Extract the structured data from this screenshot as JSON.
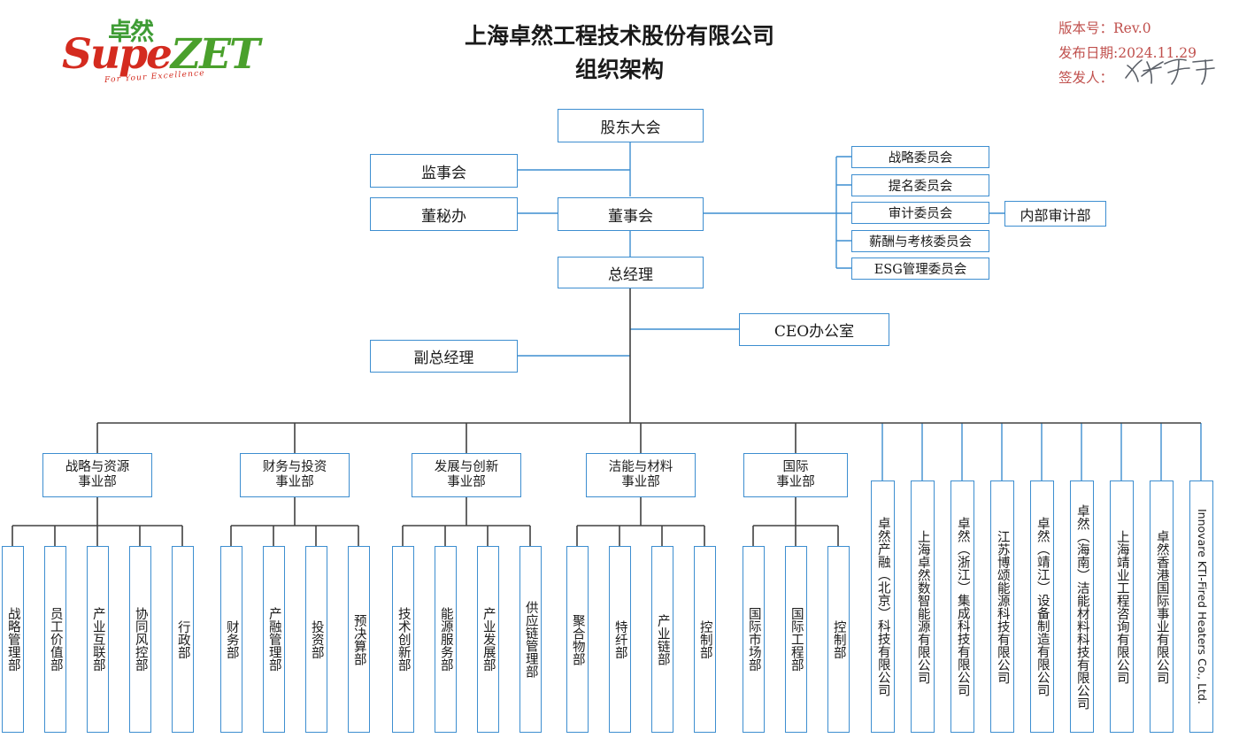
{
  "header": {
    "logo": {
      "chinese": "卓然",
      "wordmark_1": "Supe",
      "wordmark_2": "ZET",
      "tagline": "For Your Excellence"
    },
    "title_line1": "上海卓然工程技术股份有限公司",
    "title_line2": "组织架构",
    "meta": {
      "version_label": "版本号：Rev.0",
      "date_label": "发布日期:2024.11.29",
      "signer_label": "签发人："
    },
    "colors": {
      "box_border": "#3d8ed0",
      "connector": "#404040",
      "meta_text": "#c0504d",
      "logo_green": "#4aa02c",
      "logo_red": "#d42b1f"
    }
  },
  "governance": {
    "shareholders_meeting": "股东大会",
    "supervisory_board": "监事会",
    "board_secretary_office": "董秘办",
    "board_of_directors": "董事会",
    "general_manager": "总经理",
    "deputy_general_manager": "副总经理",
    "ceo_office": "CEO办公室",
    "internal_audit": "内部审计部"
  },
  "committees": [
    "战略委员会",
    "提名委员会",
    "审计委员会",
    "薪酬与考核委员会",
    "ESG管理委员会"
  ],
  "divisions": [
    {
      "name_line1": "战略与资源",
      "name_line2": "事业部",
      "departments": [
        "战略管理部",
        "员工价值部",
        "产业互联部",
        "协同风控部",
        "行政部"
      ]
    },
    {
      "name_line1": "财务与投资",
      "name_line2": "事业部",
      "departments": [
        "财务部",
        "产融管理部",
        "投资部",
        "预决算部"
      ]
    },
    {
      "name_line1": "发展与创新",
      "name_line2": "事业部",
      "departments": [
        "技术创新部",
        "能源服务部",
        "产业发展部",
        "供应链管理部"
      ]
    },
    {
      "name_line1": "洁能与材料",
      "name_line2": "事业部",
      "departments": [
        "聚合物部",
        "特纤部",
        "产业链部",
        "控制部"
      ]
    },
    {
      "name_line1": "国际",
      "name_line2": "事业部",
      "departments": [
        "国际市场部",
        "国际工程部",
        "控制部"
      ]
    }
  ],
  "subsidiaries": [
    "卓然产融（北京）科技有限公司",
    "上海卓然数智能源有限公司",
    "卓然（浙江）集成科技有限公司",
    "江苏博颂能源科技有限公司",
    "卓然（靖江）设备制造有限公司",
    "卓然（海南）洁能材料科技有限公司",
    "上海靖业工程咨询有限公司",
    "卓然香港国际事业有限公司",
    "Innovare KTI-Fired Heaters Co., Ltd."
  ]
}
